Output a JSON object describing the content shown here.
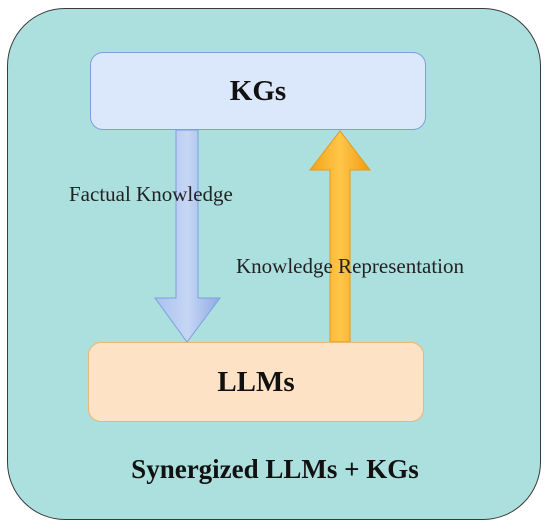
{
  "diagram": {
    "caption": "Synergized LLMs + KGs",
    "nodes": {
      "kgs": {
        "label": "KGs"
      },
      "llms": {
        "label": "LLMs"
      }
    },
    "edges": [
      {
        "from": "KGs",
        "to": "LLMs",
        "label": "Factual Knowledge",
        "color": "#7d9fdf"
      },
      {
        "from": "LLMs",
        "to": "KGs",
        "label": "Knowledge Representation",
        "color": "#f7a81b"
      }
    ],
    "colors": {
      "panel": "#ace0df",
      "kgs_fill": "#dbe7fa",
      "llms_fill": "#fde2c5"
    }
  }
}
